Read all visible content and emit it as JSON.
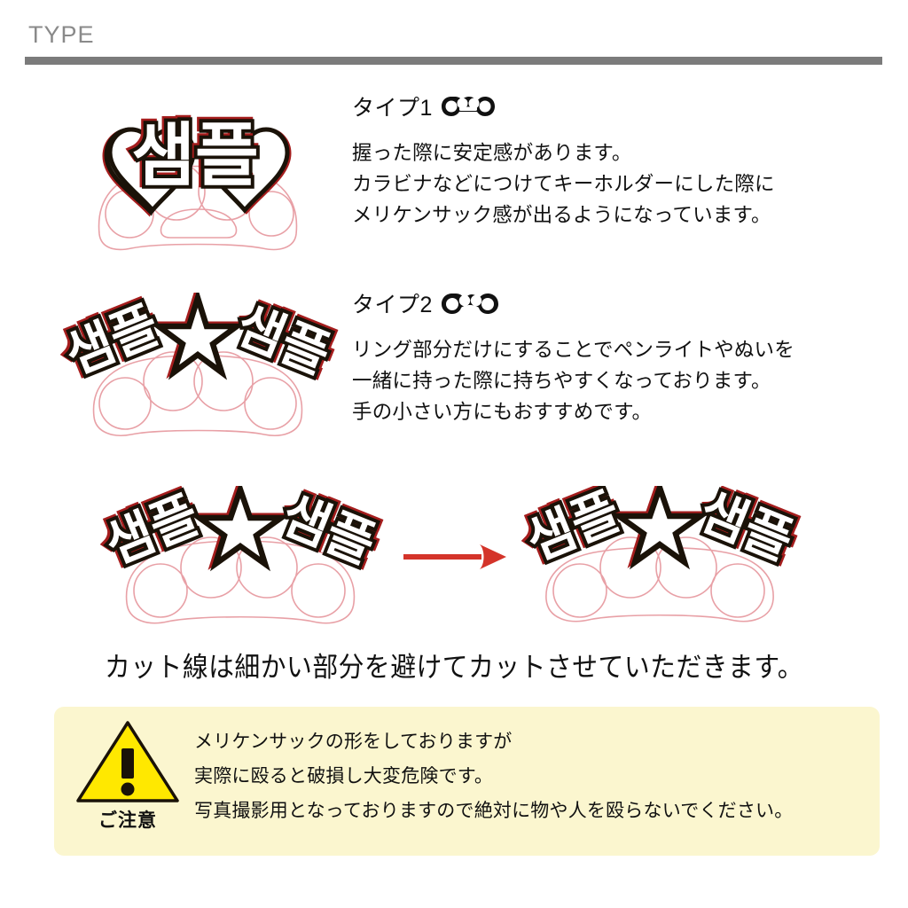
{
  "header": {
    "title": "TYPE",
    "rule_color": "#7b7b7b",
    "title_color": "#8a8a8a"
  },
  "types": [
    {
      "id": "type-1",
      "heading": "タイプ1",
      "icon": "brass-knuckle-icon",
      "lines": [
        "握った際に安定感があります。",
        "カラビナなどにつけてキーホルダーにした際に",
        "メリケンサック感が出るようになっています。"
      ],
      "artwork": {
        "name": "type1-sample-artwork",
        "sample_text": "샘플",
        "decor": "hearts",
        "cutline_color": "#e8a0a6",
        "outline_color": "#1a1208",
        "shadow_color": "#a51d1d",
        "has_grip_bar": true
      }
    },
    {
      "id": "type-2",
      "heading": "タイプ2",
      "icon": "brass-knuckle-rings-icon",
      "lines": [
        "リング部分だけにすることでペンライトやぬいを",
        "一緒に持った際に持ちやすくなっております。",
        "手の小さい方にもおすすめです。"
      ],
      "artwork": {
        "name": "type2-sample-artwork",
        "sample_text": "샘플★샘플",
        "decor": "star",
        "cutline_color": "#e8a0a6",
        "outline_color": "#1a1208",
        "shadow_color": "#a51d1d",
        "has_grip_bar": false
      }
    }
  ],
  "comparison": {
    "before": {
      "name": "cutline-before-artwork",
      "sample_text": "샘플★샘플",
      "decor": "star"
    },
    "arrow": {
      "name": "right-arrow-icon",
      "color": "#d4342a"
    },
    "after": {
      "name": "cutline-after-artwork",
      "sample_text": "샘플★샘플",
      "decor": "star"
    }
  },
  "caption": "カット線は細かい部分を避けてカットさせていただきます。",
  "notice": {
    "label": "ご注意",
    "icon": "warning-triangle-icon",
    "background": "#fbf6cf",
    "triangle_color": "#ffe800",
    "lines": [
      "メリケンサックの形をしておりますが",
      "実際に殴ると破損し大変危険です。",
      "写真撮影用となっておりますので絶対に物や人を殴らないでください。"
    ]
  }
}
